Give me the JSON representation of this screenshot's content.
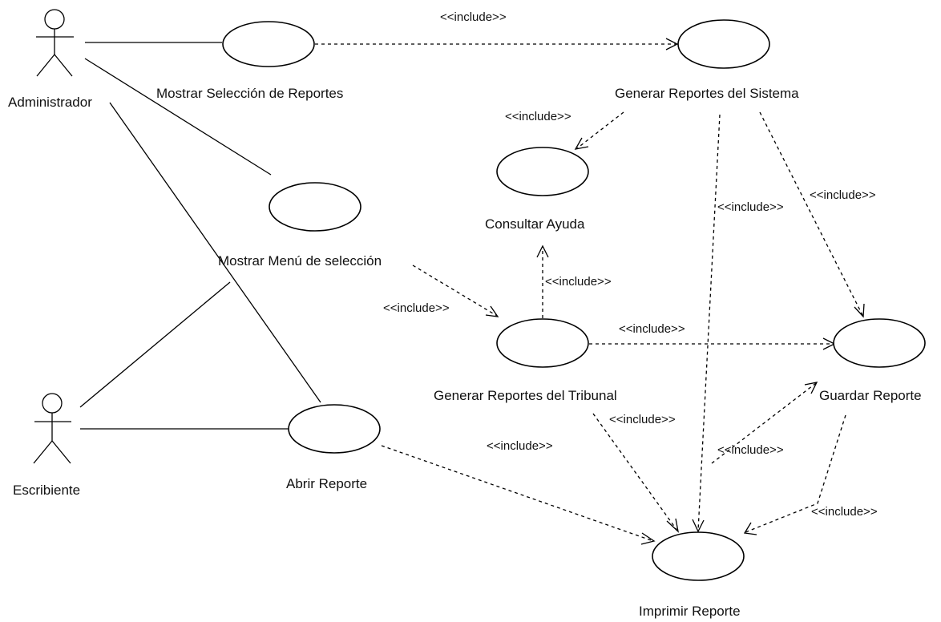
{
  "actors": [
    {
      "id": "administrador",
      "label": "Administrador"
    },
    {
      "id": "escribiente",
      "label": "Escribiente"
    }
  ],
  "use_cases": [
    {
      "id": "mostrar_seleccion",
      "label": "Mostrar Selección de Reportes"
    },
    {
      "id": "generar_sistema",
      "label": "Generar Reportes del Sistema"
    },
    {
      "id": "consultar_ayuda",
      "label": "Consultar Ayuda"
    },
    {
      "id": "mostrar_menu",
      "label": "Mostrar Menú de selección"
    },
    {
      "id": "generar_tribunal",
      "label": "Generar Reportes del Tribunal"
    },
    {
      "id": "guardar_reporte",
      "label": "Guardar Reporte"
    },
    {
      "id": "abrir_reporte",
      "label": "Abrir Reporte"
    },
    {
      "id": "imprimir_reporte",
      "label": "Imprimir Reporte"
    }
  ],
  "associations": [
    {
      "from": "administrador",
      "to": "mostrar_seleccion"
    },
    {
      "from": "administrador",
      "to": "mostrar_menu"
    },
    {
      "from": "administrador",
      "to": "abrir_reporte"
    },
    {
      "from": "escribiente",
      "to": "mostrar_menu"
    },
    {
      "from": "escribiente",
      "to": "abrir_reporte"
    }
  ],
  "includes": [
    {
      "from": "mostrar_seleccion",
      "to": "generar_sistema",
      "label": "<<include>>"
    },
    {
      "from": "generar_sistema",
      "to": "consultar_ayuda",
      "label": "<<include>>"
    },
    {
      "from": "generar_sistema",
      "to": "imprimir_reporte",
      "label": "<<include>>"
    },
    {
      "from": "generar_sistema",
      "to": "guardar_reporte",
      "label": "<<include>>"
    },
    {
      "from": "mostrar_menu",
      "to": "generar_tribunal",
      "label": "<<include>>"
    },
    {
      "from": "generar_tribunal",
      "to": "consultar_ayuda",
      "label": "<<include>>"
    },
    {
      "from": "generar_tribunal",
      "to": "guardar_reporte",
      "label": "<<include>>"
    },
    {
      "from": "generar_tribunal",
      "to": "imprimir_reporte",
      "label": "<<include>>"
    },
    {
      "from": "imprimir_reporte",
      "to": "guardar_reporte",
      "label": "<<include>>"
    },
    {
      "from": "abrir_reporte",
      "to": "imprimir_reporte",
      "label": "<<include>>"
    },
    {
      "from": "guardar_reporte",
      "to": "imprimir_reporte",
      "label": "<<include>>"
    }
  ]
}
